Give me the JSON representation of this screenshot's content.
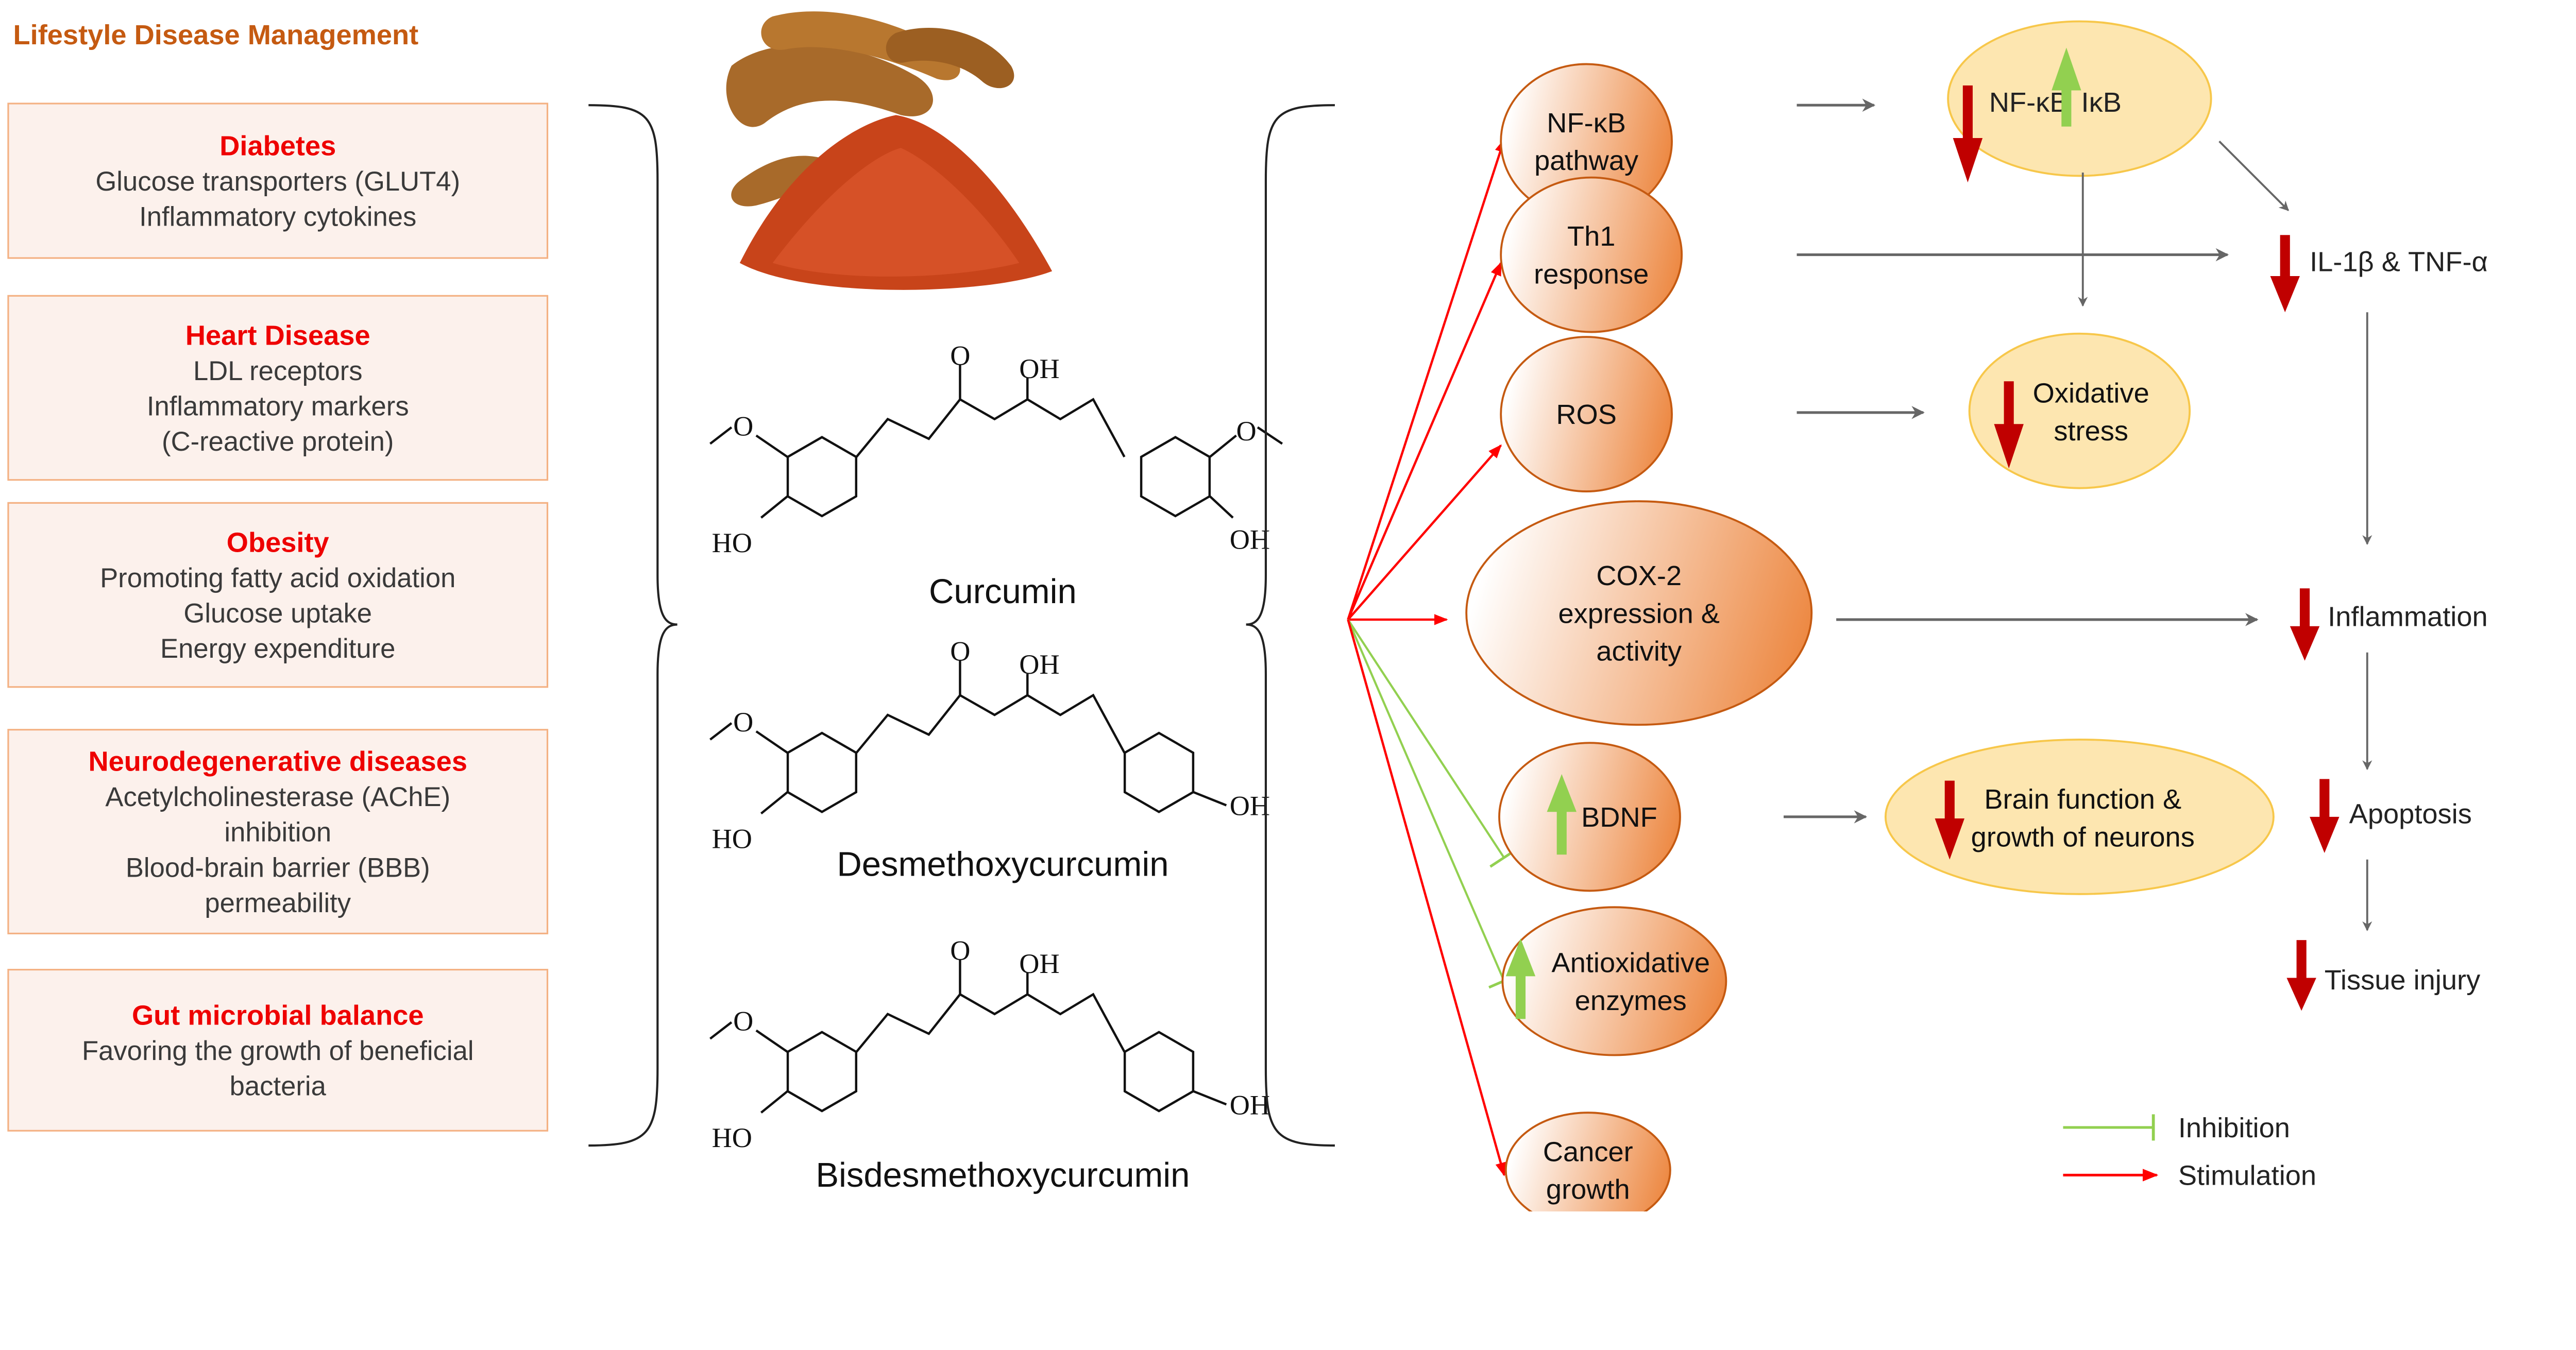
{
  "title": "Lifestyle Disease Management",
  "diseases": [
    {
      "name": "Diabetes",
      "lines": [
        "Glucose transporters (GLUT4)",
        "Inflammatory cytokines"
      ]
    },
    {
      "name": "Heart Disease",
      "lines": [
        "LDL receptors",
        "Inflammatory markers",
        "(C-reactive protein)"
      ]
    },
    {
      "name": "Obesity",
      "lines": [
        "Promoting fatty acid oxidation",
        "Glucose uptake",
        "Energy expenditure"
      ]
    },
    {
      "name": "Neurodegenerative diseases",
      "lines": [
        "Acetylcholinesterase (AChE)",
        "inhibition",
        "Blood-brain barrier (BBB)",
        "permeability"
      ]
    },
    {
      "name": "Gut microbial balance",
      "lines": [
        "Favoring the growth of beneficial",
        "bacteria"
      ]
    }
  ],
  "molecules": [
    "Curcumin",
    "Desmethoxycurcumin",
    "Bisdesmethoxycurcumin"
  ],
  "chem_labels": {
    "o": "O",
    "oh": "OH",
    "ho": "HO",
    "methoxy": "O"
  },
  "targets": [
    {
      "lines": [
        "NF-κB",
        "pathway"
      ],
      "effect": "stimulation"
    },
    {
      "lines": [
        "Th1",
        "response"
      ],
      "effect": "stimulation"
    },
    {
      "lines": [
        "ROS"
      ],
      "effect": "stimulation"
    },
    {
      "lines": [
        "COX-2",
        "expression &",
        "activity"
      ],
      "effect": "stimulation"
    },
    {
      "lines": [
        "BDNF"
      ],
      "effect": "inhibition",
      "indicator": "up"
    },
    {
      "lines": [
        "Antioxidative",
        "enzymes"
      ],
      "effect": "inhibition",
      "indicator": "up"
    },
    {
      "lines": [
        "Cancer",
        "growth"
      ],
      "effect": "stimulation"
    }
  ],
  "intermediates": {
    "nfkb": "NF-κB",
    "ikb": "IκB",
    "oxidative": [
      "Oxidative",
      "stress"
    ],
    "brain": [
      "Brain function &",
      "growth of neurons"
    ]
  },
  "outcomes": {
    "il": "IL-1β & TNF-α",
    "inflammation": "Inflammation",
    "apoptosis": "Apoptosis",
    "tissue": "Tissue injury"
  },
  "legend": {
    "inhibition": "Inhibition",
    "stimulation": "Stimulation"
  },
  "colors": {
    "title": "#c55a11",
    "disease_title": "#ee0000",
    "box_fill": "#fcf1ec",
    "box_border": "#f4b183",
    "node_orange": "#ed8a45",
    "node_yellow": "#fde6b0",
    "down_arrow": "#c00000",
    "up_arrow": "#92d050",
    "stimulation": "#ff0000",
    "inhibition": "#92d050",
    "flow_arrow": "#666666"
  }
}
